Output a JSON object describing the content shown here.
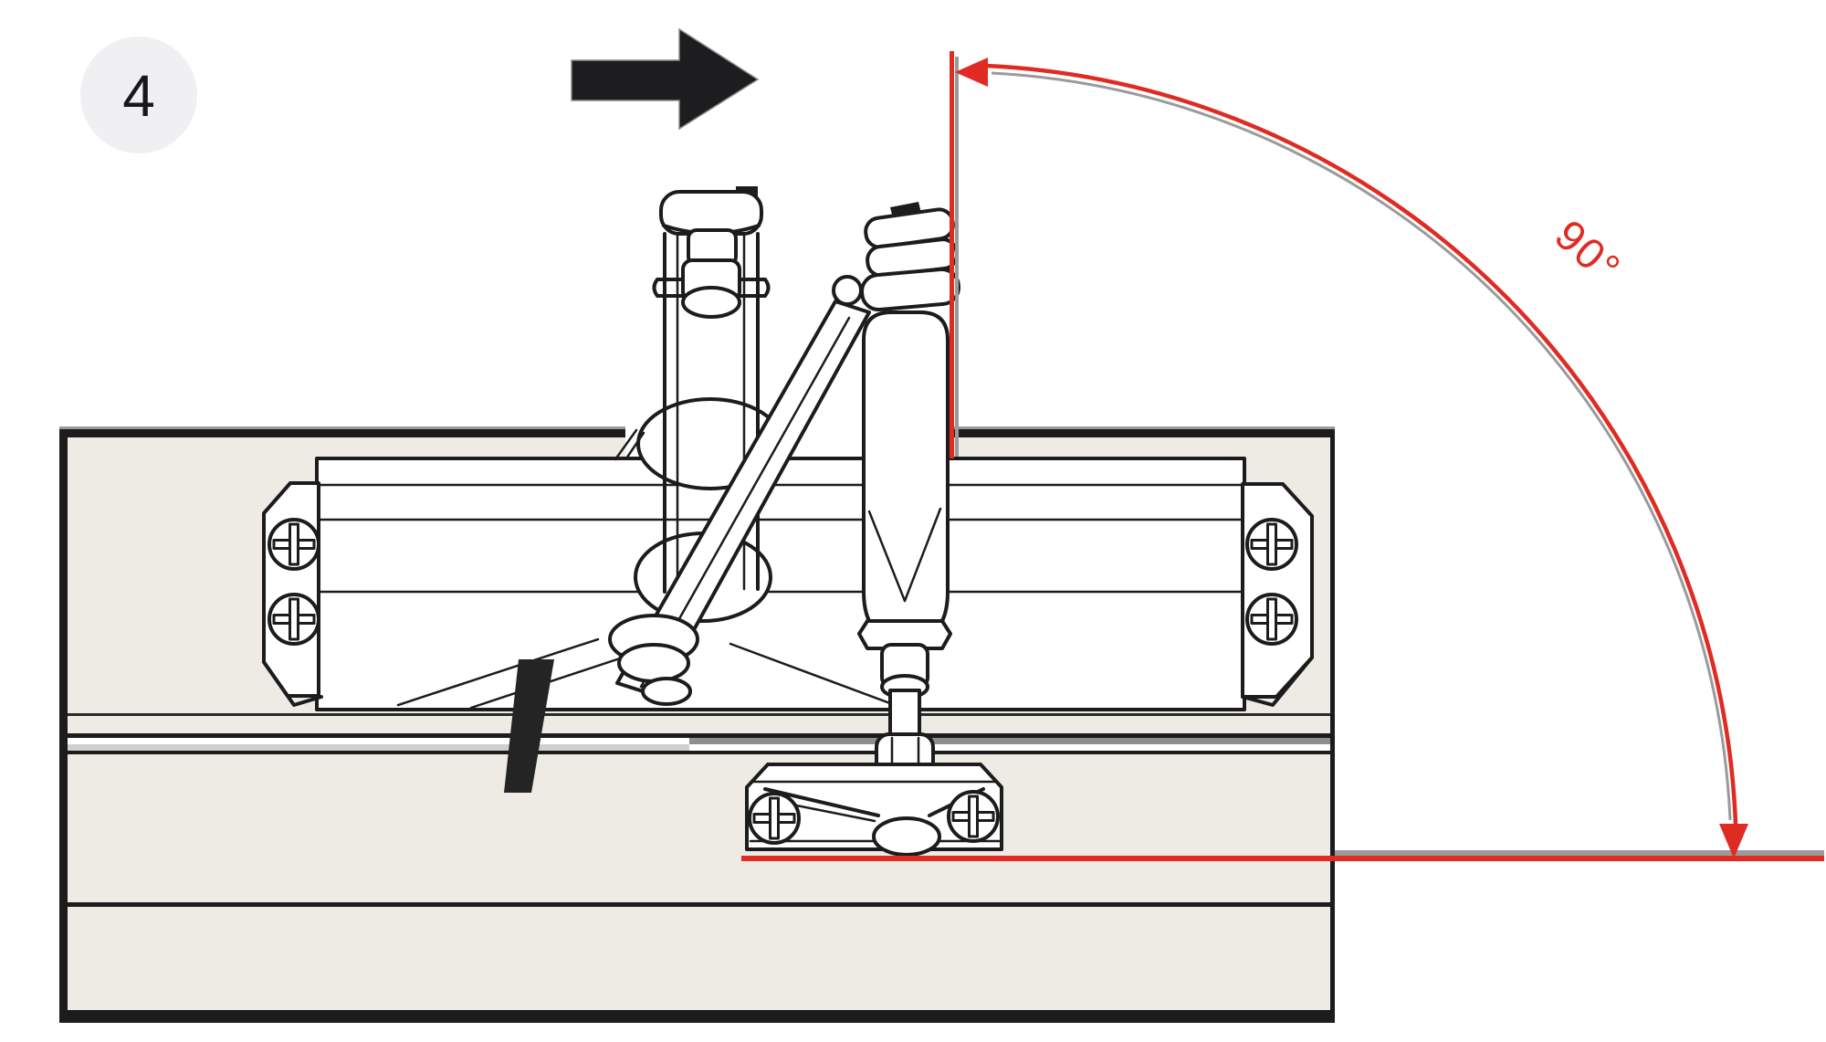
{
  "step_badge": {
    "number": "4"
  },
  "angle_annotation": {
    "label": "90°"
  },
  "colors": {
    "annotation_red": "#DF2B22",
    "door_fill": "#EDEBE4",
    "line_dark": "#1C1C1C",
    "shadow_gray": "#9A9A9A",
    "badge_fill": "#F0F0F2",
    "silver_strip": "#CFCFCF",
    "gap_shadow": "#8E8E8E",
    "arrow_black": "#1D1D1F"
  },
  "diagram": {
    "icons": [
      "step-badge",
      "direction-arrow-icon",
      "door-panel",
      "door-closer-body",
      "mounting-screw",
      "slide-channel-arm",
      "link-arm",
      "main-arm",
      "bottom-shoe",
      "swing-angle-arc",
      "angle-label"
    ]
  }
}
